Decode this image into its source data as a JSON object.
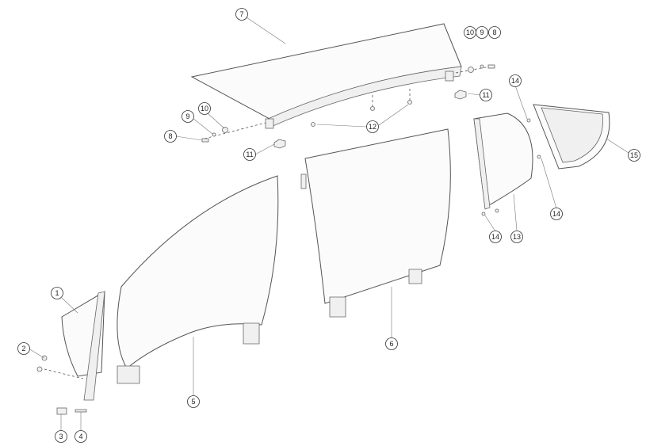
{
  "diagram": {
    "callouts": [
      {
        "id": "7",
        "label": "7"
      },
      {
        "id": "10a",
        "label": "10"
      },
      {
        "id": "9a",
        "label": "9"
      },
      {
        "id": "8a",
        "label": "8"
      },
      {
        "id": "14a",
        "label": "14"
      },
      {
        "id": "11a",
        "label": "11"
      },
      {
        "id": "15",
        "label": "15"
      },
      {
        "id": "10b",
        "label": "10"
      },
      {
        "id": "9b",
        "label": "9"
      },
      {
        "id": "8b",
        "label": "8"
      },
      {
        "id": "11b",
        "label": "11"
      },
      {
        "id": "12",
        "label": "12"
      },
      {
        "id": "14b",
        "label": "14"
      },
      {
        "id": "14c",
        "label": "14"
      },
      {
        "id": "13",
        "label": "13"
      },
      {
        "id": "1",
        "label": "1"
      },
      {
        "id": "2",
        "label": "2"
      },
      {
        "id": "5",
        "label": "5"
      },
      {
        "id": "6",
        "label": "6"
      },
      {
        "id": "3",
        "label": "3"
      },
      {
        "id": "4",
        "label": "4"
      }
    ]
  }
}
